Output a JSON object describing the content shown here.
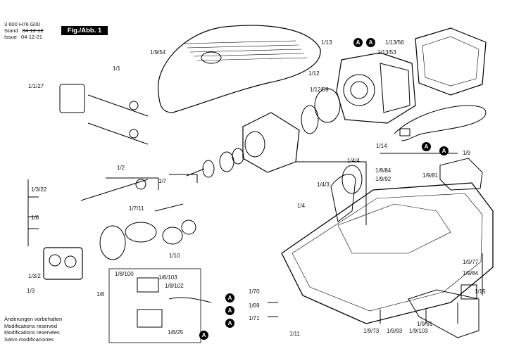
{
  "header": {
    "doc_number": "3 600 H76 G00",
    "stand_label": "Stand",
    "stand_date": "04-12-12",
    "issue_label": "Issue",
    "issue_date": "04-12-21",
    "figure": "Fig./Abb. 1"
  },
  "callouts": [
    "1/9/54",
    "1/1",
    "1/1/27",
    "1/13",
    "1/13/56",
    "1/13/53",
    "1/12",
    "1/12/59",
    "1/14",
    "1/9",
    "1/4/4",
    "1/9/84",
    "1/9/92",
    "1/9/81",
    "1/4/3",
    "1/4",
    "1/2",
    "1/3/22",
    "1/6",
    "1/7",
    "1/7/11",
    "1/3/2",
    "1/3",
    "1/10",
    "1/8/100",
    "1/8/103",
    "1/8/102",
    "1/8",
    "1/8/25",
    "1/70",
    "1/69",
    "1/71",
    "1/11",
    "1/9/73",
    "1/9/93",
    "1/9/103",
    "1/9/91",
    "1/9/77",
    "1/9/84",
    "1/15"
  ],
  "marker": "A",
  "footer": {
    "lines": [
      "Änderungen vorbehalten",
      "Modifications reserved",
      "Modifications reservées",
      "Salvo modificaciones"
    ]
  }
}
